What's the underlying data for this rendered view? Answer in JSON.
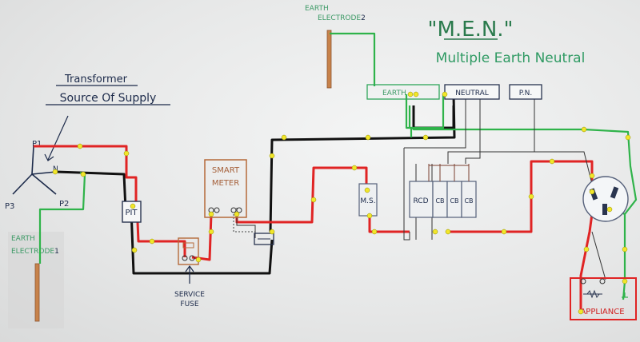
{
  "title": "\"M.E.N.\"",
  "subtitle": "Multiple Earth Neutral",
  "transformer": {
    "line1": "Transformer",
    "line2": "Source Of Supply"
  },
  "phases": {
    "p1": "P1",
    "p2": "P2",
    "p3": "P3",
    "n": "N"
  },
  "electrode1": {
    "line1": "EARTH",
    "line2": "ELECTRODE",
    "number": "1"
  },
  "electrode2": {
    "line1": "EARTH",
    "line2": "ELECTRODE",
    "number": "2"
  },
  "pit_label": "PIT",
  "meter": {
    "line1": "SMART",
    "line2": "METER"
  },
  "service_fuse": {
    "line1": "SERVICE",
    "line2": "FUSE"
  },
  "ms_label": "M.S.",
  "breakers": [
    "RCD",
    "CB",
    "CB",
    "CB"
  ],
  "bars": {
    "earth": "EARTH",
    "neutral": "NEUTRAL",
    "pn": "P.N."
  },
  "appliance": "APPLIANCE",
  "colors": {
    "active": "#e02424",
    "neutral": "#111111",
    "earth": "#2fb34a",
    "node": "#f2e62a",
    "electrode": "#c7824a"
  }
}
